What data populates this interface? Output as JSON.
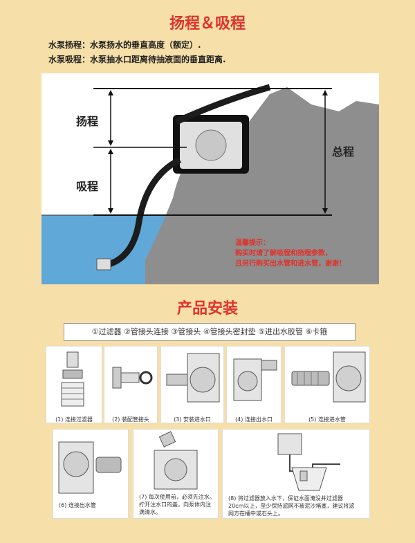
{
  "header": {
    "title": "扬程＆吸程",
    "def_head": "水泵扬程：水泵扬水的垂直高度（额定）.",
    "def_suction": "水泵吸程：水泵抽水口距离待抽液面的垂直距离."
  },
  "diagram": {
    "label_head": "扬程",
    "label_suction": "吸程",
    "label_total": "总程",
    "tip_title": "温馨提示：",
    "tip_line1": "购买时请了解吸程和扬程参数，",
    "tip_line2": "且另行购买出水管和进水管，谢谢！"
  },
  "install": {
    "title": "产品安装",
    "parts": "①过滤器 ②管接头连接 ③管接头 ④管接头密封垫 ⑤进出水胶管 ⑥卡箍",
    "steps": [
      {
        "caption": "(1) 连接过滤器"
      },
      {
        "caption": "(2) 装配管接头"
      },
      {
        "caption": "(3) 安装进水口"
      },
      {
        "caption": "(4) 连接出水口"
      },
      {
        "caption": "(5) 连接进水管"
      },
      {
        "caption": "(6) 连接出水管"
      },
      {
        "caption_l1": "(7) 每次使用前，必须先注水。",
        "caption_l2": "拧开注水口的盖，向泵体内注",
        "caption_l3": "满清水。"
      },
      {
        "caption_l1": "(8) 将过滤器放入水下，保证水面淹没并过滤器",
        "caption_l2": "20cm以上，至少保持滤网不被泥沙堵塞，建议将滤",
        "caption_l3": "网方在桶中或石头上。"
      }
    ]
  },
  "icons": [
    "filter-icon",
    "fitting-icon",
    "pump-icon",
    "hose-icon",
    "bucket-icon"
  ]
}
